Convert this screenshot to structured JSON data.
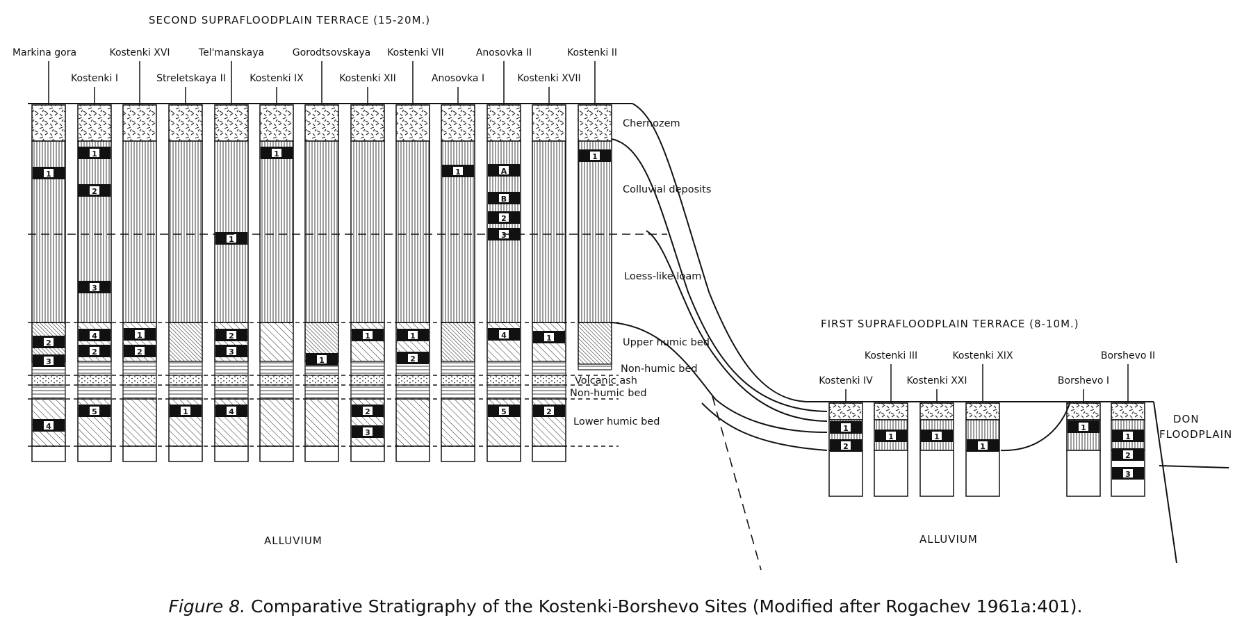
{
  "figure": {
    "upper_terrace_title": "SECOND  SUPRAFLOODPLAIN  TERRACE (15-20M.)",
    "lower_terrace_title": "FIRST  SUPRAFLOODPLAIN  TERRACE (8-10M.)",
    "don_floodplain": [
      "DON",
      "FLOODPLAIN"
    ],
    "alluvium_left": "ALLUVIUM",
    "alluvium_right": "ALLUVIUM",
    "layers": [
      "Chernozem",
      "Colluvial  deposits",
      "Loess-like  loam",
      "Upper  humic  bed",
      "Non-humic bed",
      "Volcanic  ash",
      "Non-humic  bed",
      "Lower  humic  bed"
    ],
    "upper_sites": [
      {
        "name": "Markina gora",
        "labels": [
          "1",
          "2",
          "3",
          "4"
        ]
      },
      {
        "name": "Kostenki I",
        "labels": [
          "1",
          "2",
          "3",
          "4",
          "2",
          "5"
        ]
      },
      {
        "name": "Kostenki XVI",
        "labels": [
          "1",
          "2"
        ]
      },
      {
        "name": "Streletskaya II",
        "labels": [
          "1"
        ]
      },
      {
        "name": "Tel'manskaya",
        "labels": [
          "1",
          "2",
          "3",
          "4"
        ]
      },
      {
        "name": "Kostenki IX",
        "labels": [
          "1"
        ]
      },
      {
        "name": "Gorodtsovskaya",
        "labels": [
          "1"
        ]
      },
      {
        "name": "Kostenki XII",
        "labels": [
          "1",
          "2",
          "3"
        ]
      },
      {
        "name": "Kostenki VII",
        "labels": [
          "1",
          "2"
        ]
      },
      {
        "name": "Anosovka I",
        "labels": [
          "1"
        ]
      },
      {
        "name": "Anosovka II",
        "labels": [
          "A",
          "B",
          "2",
          "3",
          "4",
          "5"
        ]
      },
      {
        "name": "Kostenki XVII",
        "labels": [
          "1",
          "2"
        ]
      },
      {
        "name": "Kostenki II",
        "labels": [
          "1"
        ]
      }
    ],
    "lower_sites": [
      {
        "name": "Kostenki IV",
        "labels": [
          "1",
          "2"
        ]
      },
      {
        "name": "Kostenki III",
        "labels": [
          "1"
        ]
      },
      {
        "name": "Kostenki XXI",
        "labels": [
          "1"
        ]
      },
      {
        "name": "Kostenki XIX",
        "labels": [
          "1"
        ]
      },
      {
        "name": "Borshevo I",
        "labels": [
          "1"
        ]
      },
      {
        "name": "Borshevo II",
        "labels": [
          "1",
          "2",
          "3"
        ]
      }
    ]
  },
  "caption": {
    "prefix": "Figure 8.",
    "text": " Comparative Stratigraphy of the Kostenki-Borshevo Sites (Modified after Rogachev 1961a:401)."
  }
}
